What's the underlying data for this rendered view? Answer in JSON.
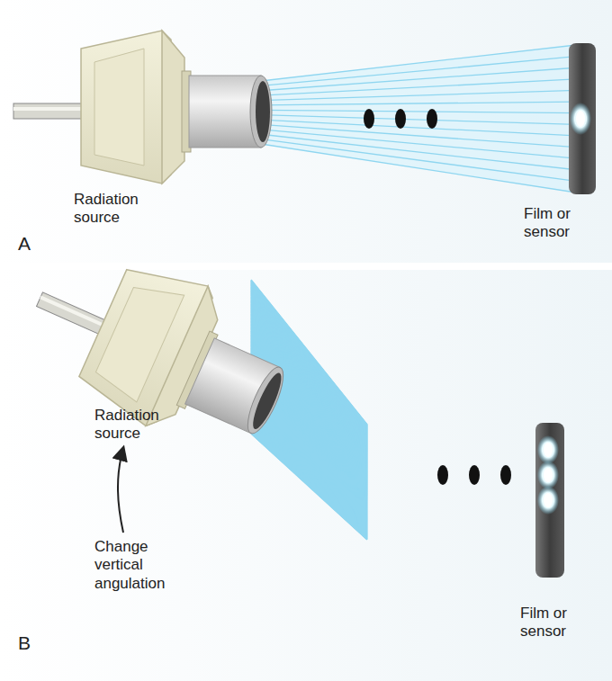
{
  "diagram": {
    "labels": [
      "Radiation source",
      "Film or sensor",
      "A",
      "Radiation source",
      "Change vertical angulation",
      "Film or sensor",
      "B"
    ]
  }
}
